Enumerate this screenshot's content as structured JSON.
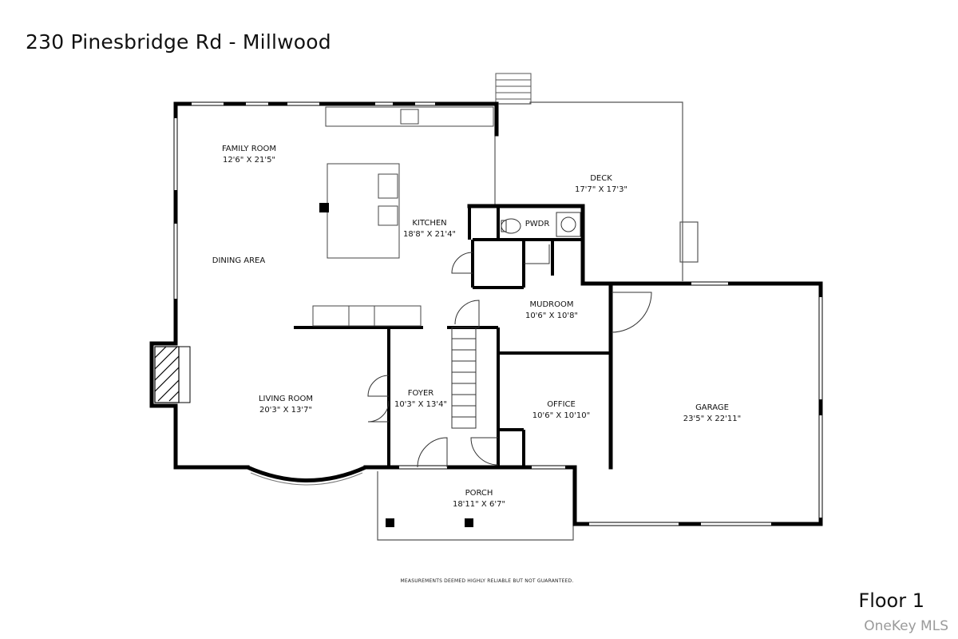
{
  "title": "230 Pinesbridge Rd - Millwood",
  "floor_label": "Floor 1",
  "disclaimer": "MEASUREMENTS DEEMED HIGHLY RELIABLE BUT NOT GUARANTEED.",
  "watermark": "OneKey MLS",
  "rooms": {
    "family_room": {
      "name": "FAMILY ROOM",
      "dims": "12'6\" X 21'5\""
    },
    "kitchen": {
      "name": "KITCHEN",
      "dims": "18'8\" X 21'4\""
    },
    "dining_area": {
      "name": "DINING AREA"
    },
    "deck": {
      "name": "DECK",
      "dims": "17'7\" X 17'3\""
    },
    "pwdr": {
      "name": "PWDR"
    },
    "mudroom": {
      "name": "MUDROOM",
      "dims": "10'6\" X 10'8\""
    },
    "living_room": {
      "name": "LIVING ROOM",
      "dims": "20'3\" X 13'7\""
    },
    "foyer": {
      "name": "FOYER",
      "dims": "10'3\" X 13'4\""
    },
    "office": {
      "name": "OFFICE",
      "dims": "10'6\" X 10'10\""
    },
    "garage": {
      "name": "GARAGE",
      "dims": "23'5\" X 22'11\""
    },
    "porch": {
      "name": "PORCH",
      "dims": "18'11\" X 6'7\""
    }
  },
  "colors": {
    "wall": "#000000",
    "thin_line": "#555555",
    "fixture": "#444444"
  }
}
